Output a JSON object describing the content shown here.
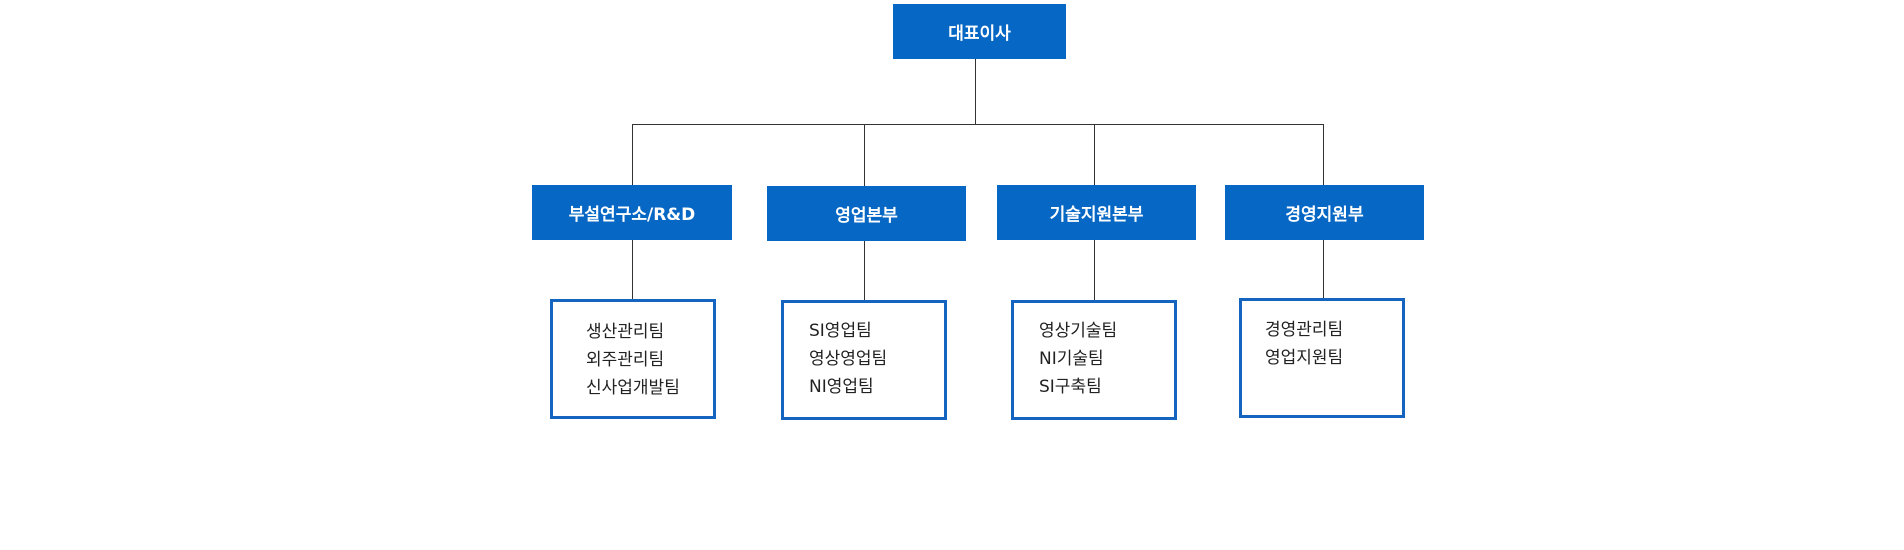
{
  "ceo": {
    "label": "대표이사"
  },
  "divisions": [
    {
      "label": "부설연구소/R&D",
      "teams": [
        "생산관리팀",
        "외주관리팀",
        "신사업개발팀"
      ]
    },
    {
      "label": "영업본부",
      "teams": [
        "SI영업팀",
        "영상영업팀",
        "NI영업팀"
      ]
    },
    {
      "label": "기술지원본부",
      "teams": [
        "영상기술팀",
        "NI기술팀",
        "SI구축팀"
      ]
    },
    {
      "label": "경영지원부",
      "teams": [
        "경영관리팀",
        "영업지원팀"
      ]
    }
  ],
  "colors": {
    "box_fill": "#0767c4",
    "team_border": "#1565c0",
    "line": "#333333"
  }
}
